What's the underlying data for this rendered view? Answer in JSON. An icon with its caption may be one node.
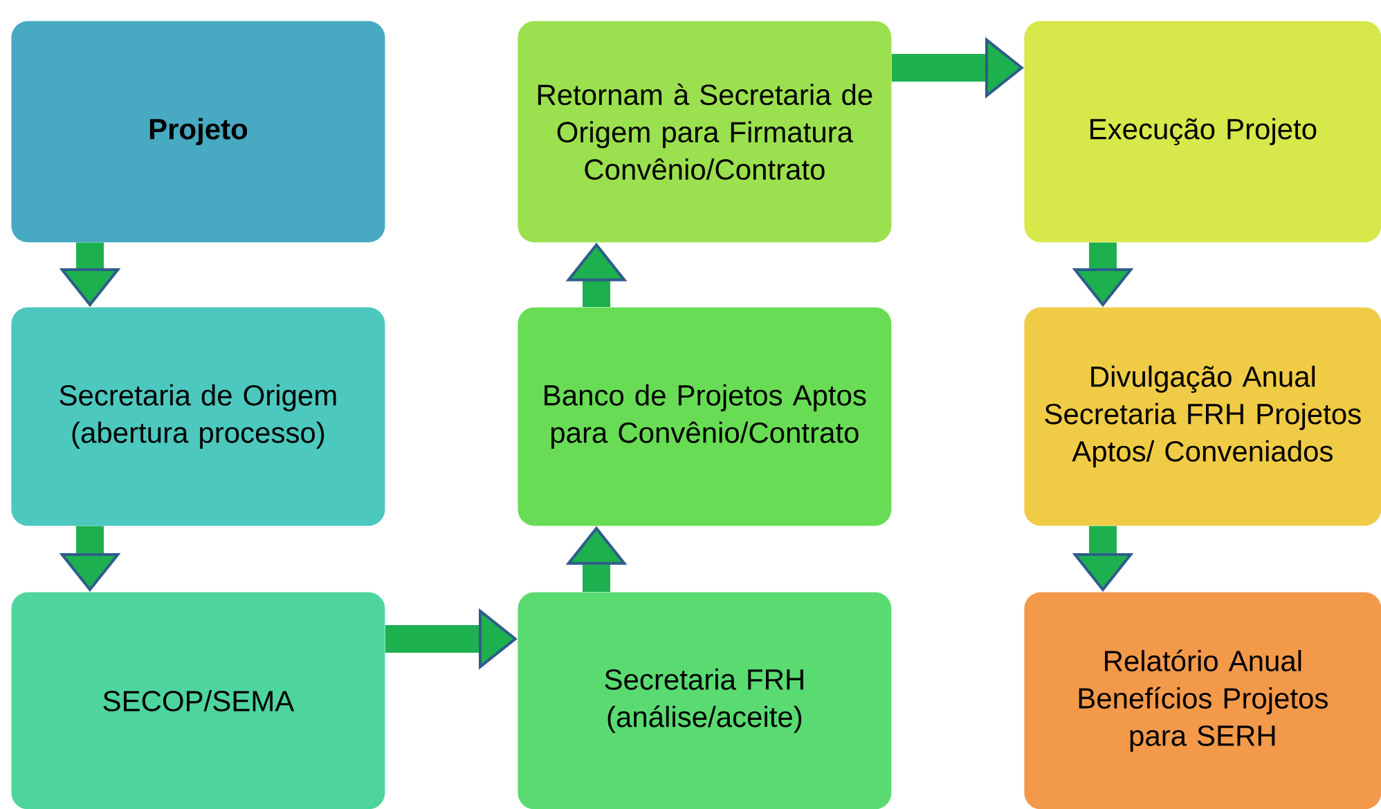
{
  "diagram": {
    "nodes": [
      {
        "text": [
          "Projeto"
        ]
      },
      {
        "text": [
          "Secretaria de Origem (abertura processo)"
        ]
      },
      {
        "text": [
          "SECOP/SEMA"
        ]
      },
      {
        "text": [
          "Secretaria FRH (análise/aceite)"
        ]
      },
      {
        "text": [
          "Banco de Projetos Aptos para Convênio/Contrato"
        ]
      },
      {
        "text": [
          "Retornam à Secretaria de Origem para Firmatura Convênio/Contrato"
        ]
      },
      {
        "text": [
          "Execução Projeto"
        ]
      },
      {
        "text": [
          "Divulgação Anual Secretaria FRH Projetos Aptos/ Conveniados"
        ]
      },
      {
        "text": [
          "Relatório Anual Benefícios Projetos para SERH"
        ]
      }
    ],
    "edges": [
      {
        "from": 0,
        "to": 1,
        "arrow": "to"
      },
      {
        "from": 1,
        "to": 2,
        "arrow": "to"
      },
      {
        "from": 2,
        "to": 3,
        "arrow": "to"
      },
      {
        "from": 3,
        "to": 4,
        "arrow": "to"
      },
      {
        "from": 4,
        "to": 5,
        "arrow": "to"
      },
      {
        "from": 5,
        "to": 6,
        "arrow": "to"
      },
      {
        "from": 6,
        "to": 7,
        "arrow": "to"
      },
      {
        "from": 7,
        "to": 8,
        "arrow": "to"
      }
    ]
  }
}
